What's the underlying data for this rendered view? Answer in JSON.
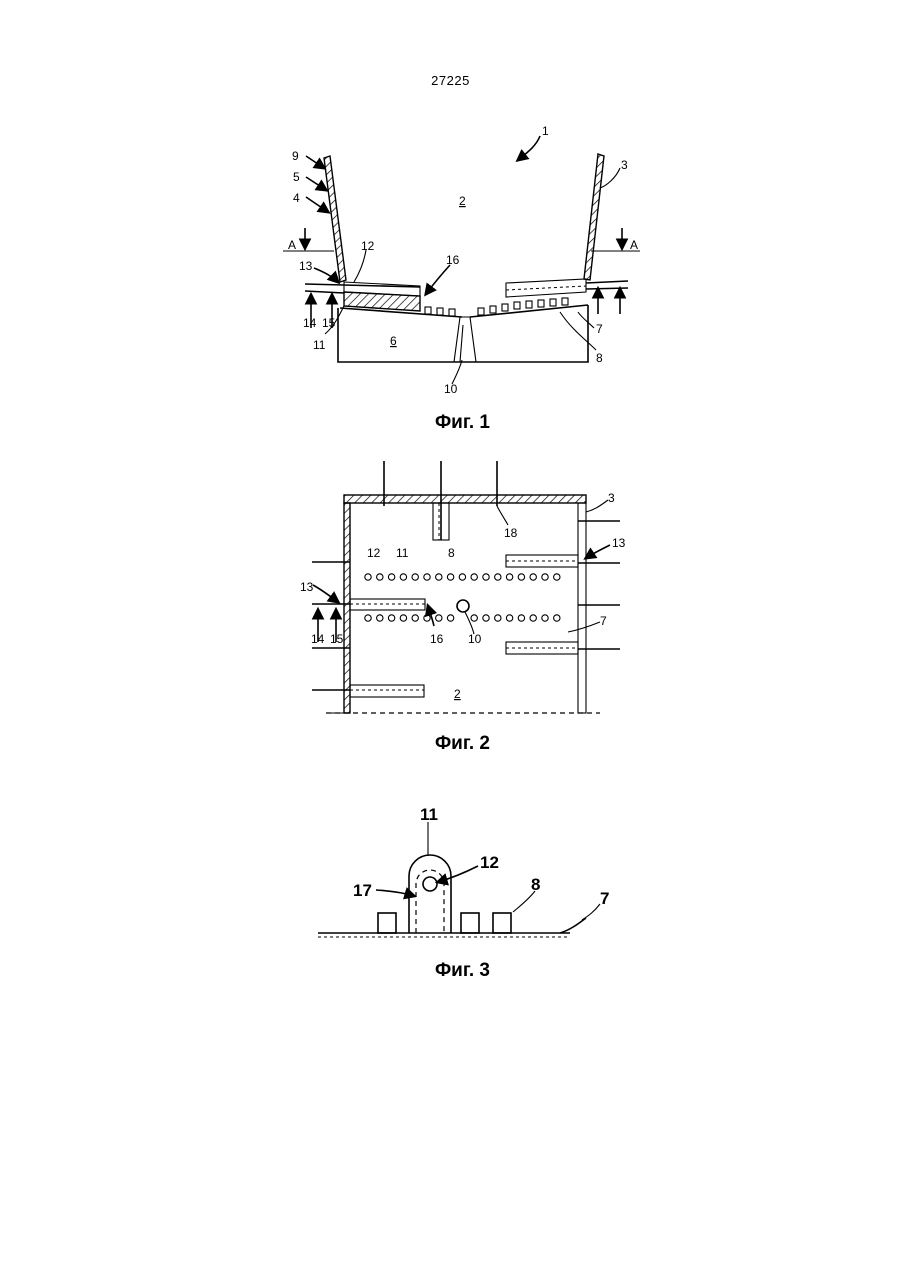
{
  "page": {
    "number": "27225"
  },
  "figures": [
    {
      "id": "fig1",
      "caption": "Фиг. 1",
      "labels": {
        "l1": "1",
        "l2": "2",
        "l3": "3",
        "l4": "4",
        "l5": "5",
        "l6": "6",
        "l7": "7",
        "l8": "8",
        "l9": "9",
        "l10": "10",
        "l11": "11",
        "l12": "12",
        "l13": "13",
        "l14": "14",
        "l15": "15",
        "l16": "16",
        "sectionA_left": "A",
        "sectionA_right": "A"
      }
    },
    {
      "id": "fig2",
      "caption": "Фиг. 2",
      "labels": {
        "l2": "2",
        "l3": "3",
        "l7": "7",
        "l8": "8",
        "l10": "10",
        "l11": "11",
        "l12": "12",
        "l13a": "13",
        "l13b": "13",
        "l14": "14",
        "l15": "15",
        "l16": "16",
        "l18": "18"
      }
    },
    {
      "id": "fig3",
      "caption": "Фиг. 3",
      "labels": {
        "l7": "7",
        "l8": "8",
        "l11": "11",
        "l12": "12",
        "l17": "17"
      }
    }
  ]
}
